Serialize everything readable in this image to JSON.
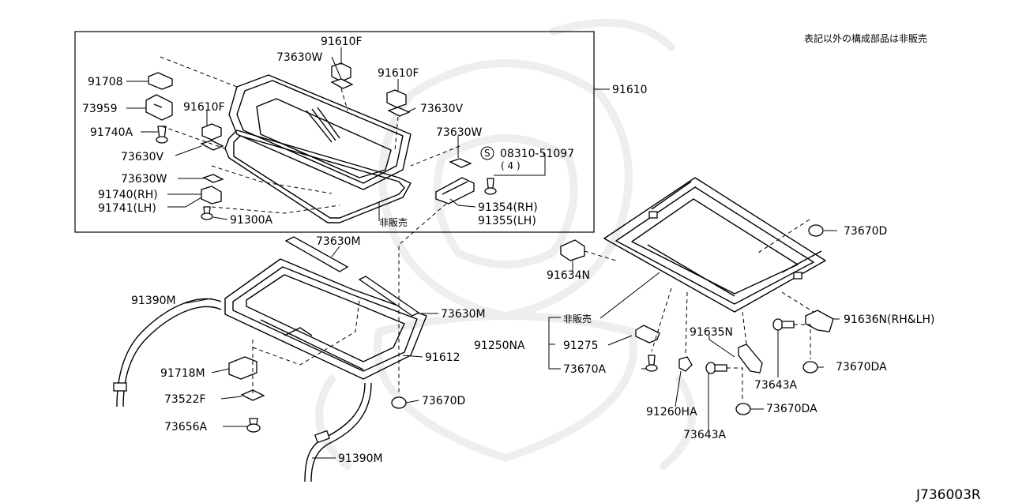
{
  "header_note": "表記以外の構成部品は非販売",
  "diagram_code": "J736003R",
  "screw_symbol": "S",
  "labels": {
    "p91610F_a": "91610F",
    "p73630W_a": "73630W",
    "p91610F_b": "91610F",
    "p91708": "91708",
    "p73959": "73959",
    "p91610F_c": "91610F",
    "p73630V_a": "73630V",
    "p91740A": "91740A",
    "p73630V_b": "73630V",
    "p73630W_b": "73630W",
    "p73630W_c": "73630W",
    "p08310": "08310-51097",
    "p08310_qty": "( 4 )",
    "p91740RH": "91740(RH)",
    "p91741LH": "91741(LH)",
    "p91354RH": "91354(RH)",
    "p91355LH": "91355(LH)",
    "p91300A": "91300A",
    "p_nonsale_a": "非販売",
    "p91610": "91610",
    "p73630M_a": "73630M",
    "p73670D_a": "73670D",
    "p91634N": "91634N",
    "p91390M_a": "91390M",
    "p73630M_b": "73630M",
    "p_nonsale_b": "非販売",
    "p91636N": "91636N(RH&LH)",
    "p91635N": "91635N",
    "p91250NA": "91250NA",
    "p91275": "91275",
    "p91612": "91612",
    "p91718M": "91718M",
    "p73643A_a": "73643A",
    "p73670DA_a": "73670DA",
    "p73670A": "73670A",
    "p73522F": "73522F",
    "p73670D_b": "73670D",
    "p91260HA": "91260HA",
    "p73670DA_b": "73670DA",
    "p73656A": "73656A",
    "p73643A_b": "73643A",
    "p91390M_b": "91390M"
  }
}
